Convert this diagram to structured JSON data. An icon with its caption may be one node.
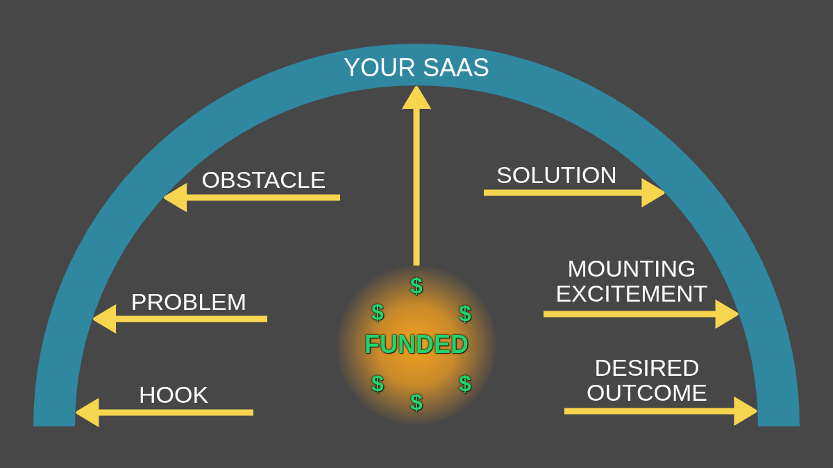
{
  "diagram": {
    "nodes": [
      {
        "text": [
          "YOUR SAAS"
        ]
      },
      {
        "text": [
          "$",
          "$",
          "$",
          "FUNDED",
          "$",
          "$",
          "$"
        ]
      }
    ],
    "edges": [
      {
        "from": null,
        "to": 0,
        "arrow": "to",
        "label": "HOOK"
      },
      {
        "from": null,
        "to": 0,
        "arrow": "to",
        "label": "PROBLEM"
      },
      {
        "from": null,
        "to": 0,
        "arrow": "to",
        "label": "OBSTACLE"
      },
      {
        "from": 1,
        "to": 0,
        "arrow": "to"
      },
      {
        "from": null,
        "to": 0,
        "arrow": "to",
        "label": "SOLUTION"
      },
      {
        "from": null,
        "to": 0,
        "arrow": "to",
        "label": "MOUNTING EXCITEMENT"
      },
      {
        "from": null,
        "to": 0,
        "arrow": "to",
        "label": "DESIRED OUTCOME"
      }
    ]
  }
}
